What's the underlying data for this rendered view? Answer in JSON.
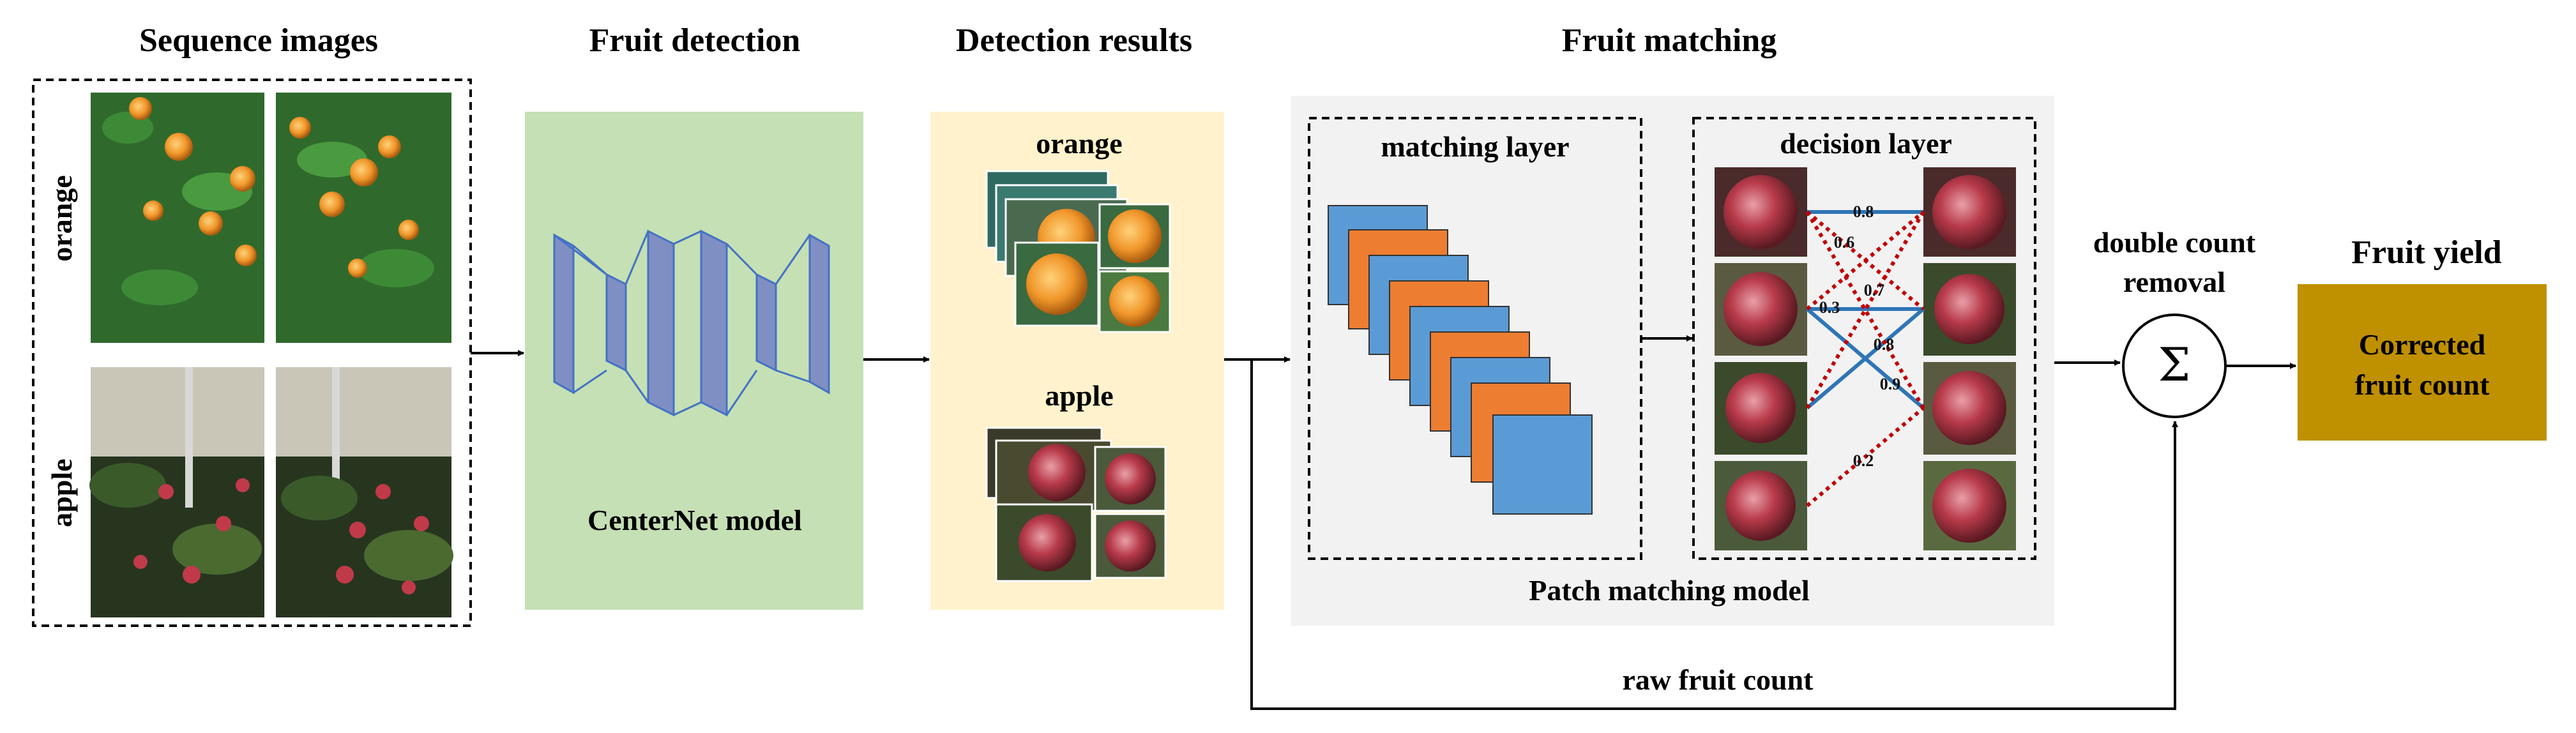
{
  "sections": {
    "sequence_images": "Sequence images",
    "fruit_detection": "Fruit detection",
    "detection_results": "Detection results",
    "fruit_matching": "Fruit matching",
    "fruit_yield": "Fruit yield"
  },
  "labels": {
    "orange_side": "orange",
    "apple_side": "apple",
    "orange_result": "orange",
    "apple_result": "apple",
    "model": "CenterNet model",
    "matching_layer": "matching layer",
    "decision_layer": "decision layer",
    "patch_model": "Patch matching model",
    "double_count_1": "double count",
    "double_count_2": "removal",
    "sigma": "Σ",
    "corrected_1": "Corrected",
    "corrected_2": "fruit count",
    "raw_count": "raw fruit count"
  },
  "scores": [
    "0.8",
    "0.6",
    "0.7",
    "0.3",
    "0.8",
    "0.9",
    "0.2"
  ],
  "colors": {
    "detection_bg": "#c5e0b4",
    "results_bg": "#fff2cc",
    "matching_bg": "#f2f2f2",
    "yield_box": "#bf9000",
    "layer_blue": "#5b9bd5",
    "layer_orange": "#ed7d31",
    "net_blue": "#4472c4",
    "match_solid": "#2e75b6",
    "match_dotted": "#c00000"
  }
}
